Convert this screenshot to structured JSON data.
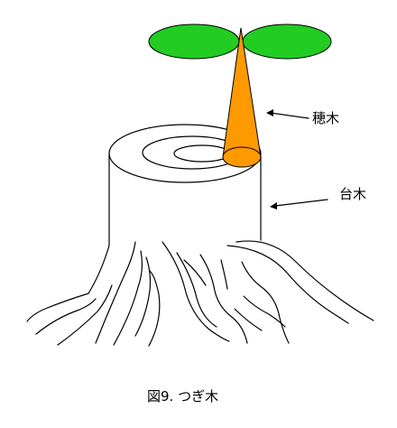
{
  "labels": {
    "scion": "穂木",
    "rootstock": "台木"
  },
  "caption": "図9. つぎ木",
  "colors": {
    "leaf": "#22cc22",
    "scion": "#ff9900",
    "line": "#000000",
    "background": "#ffffff"
  }
}
